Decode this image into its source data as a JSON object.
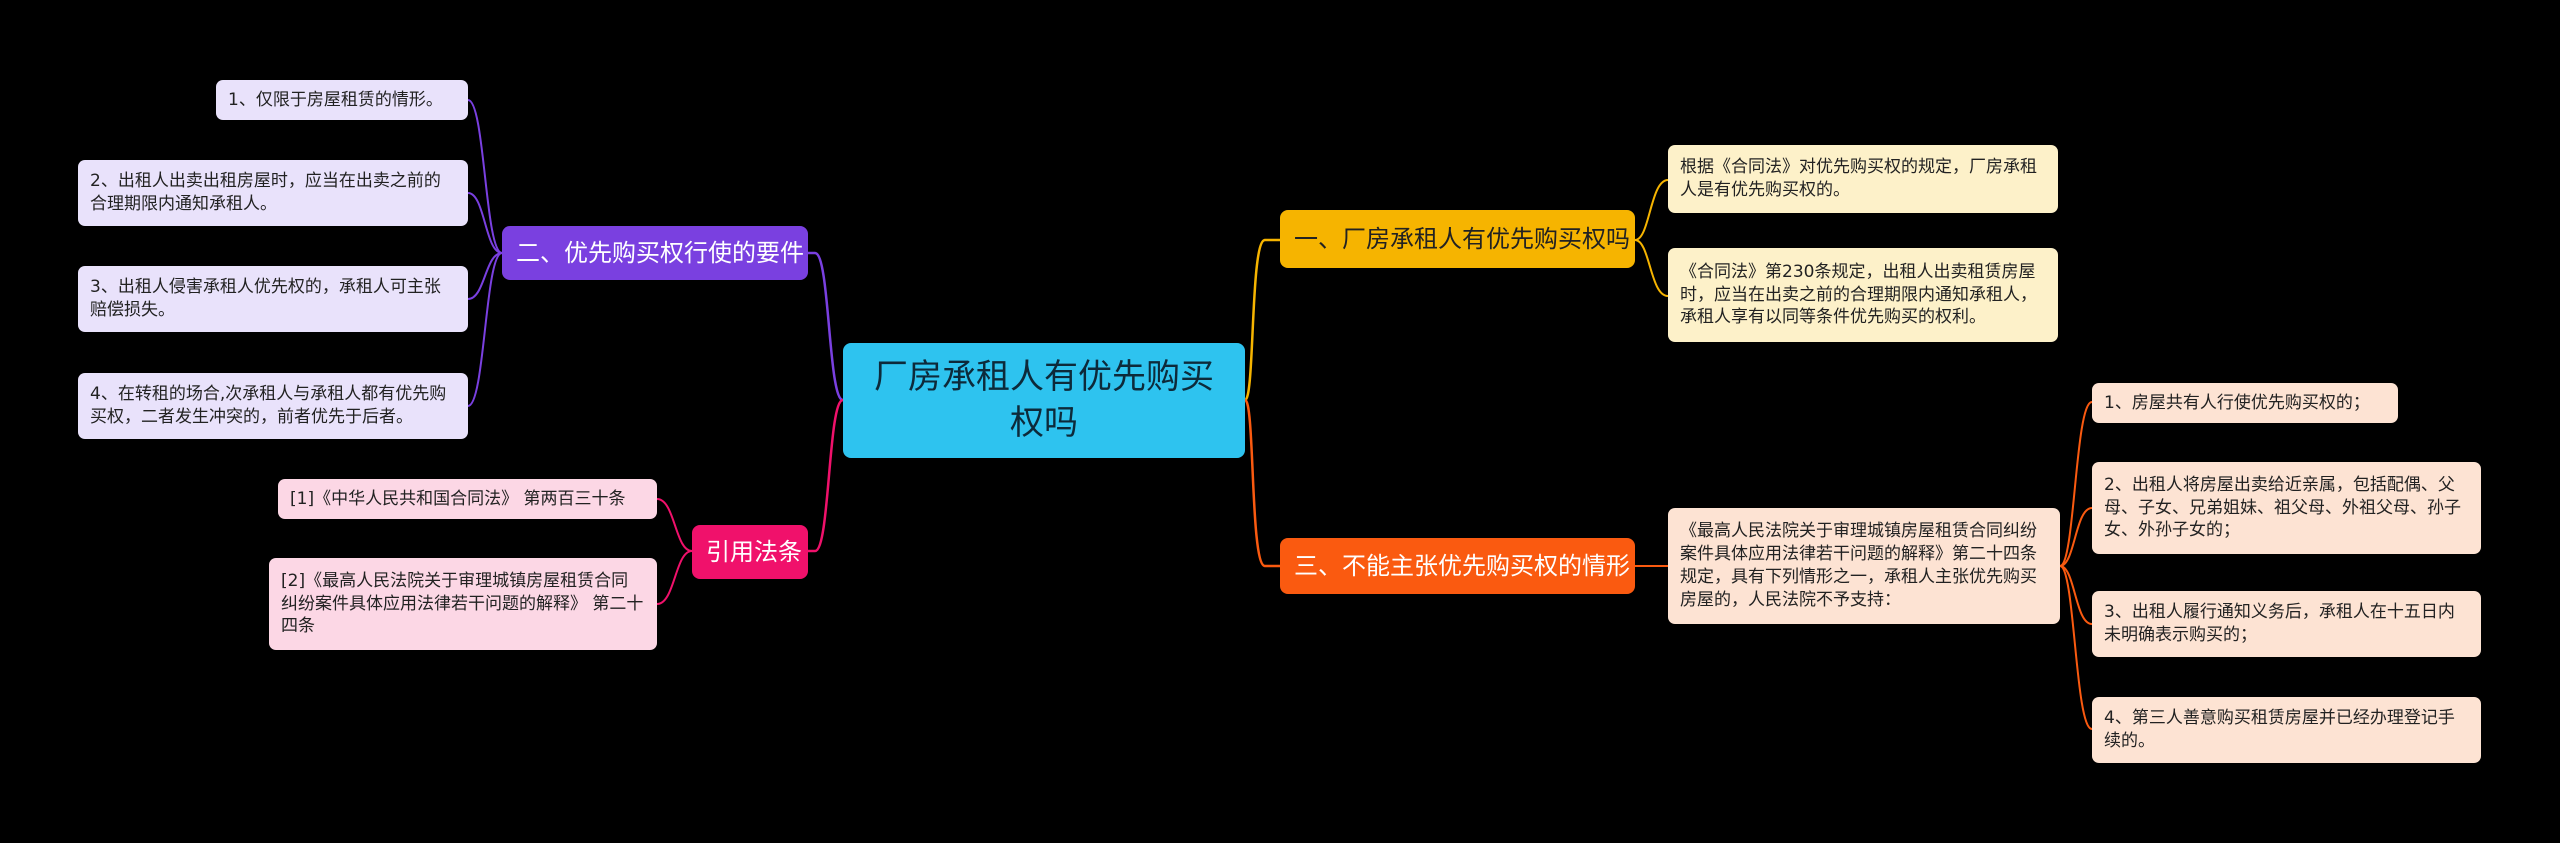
{
  "root": {
    "label": "厂房承租人有优先购买权吗"
  },
  "branches": {
    "b1": {
      "label": "一、厂房承租人有优先购买权吗",
      "color": "#f6b400",
      "children": [
        "根据《合同法》对优先购买权的规定，厂房承租人是有优先购买权的。",
        "《合同法》第230条规定，出租人出卖租赁房屋时，应当在出卖之前的合理期限内通知承租人，承租人享有以同等条件优先购买的权利。"
      ]
    },
    "b3": {
      "label": "三、不能主张优先购买权的情形",
      "color": "#fa5a10",
      "child": "《最高人民法院关于审理城镇房屋租赁合同纠纷案件具体应用法律若干问题的解释》第二十四条规定，具有下列情形之一，承租人主张优先购买房屋的，人民法院不予支持：",
      "grandchildren": [
        "1、房屋共有人行使优先购买权的；",
        "2、出租人将房屋出卖给近亲属，包括配偶、父母、子女、兄弟姐妹、祖父母、外祖父母、孙子女、外孙子女的；",
        "3、出租人履行通知义务后，承租人在十五日内未明确表示购买的；",
        "4、第三人善意购买租赁房屋并已经办理登记手续的。"
      ]
    },
    "b2": {
      "label": "二、优先购买权行使的要件",
      "color": "#7a40e0",
      "children": [
        "1、仅限于房屋租赁的情形。",
        "2、出租人出卖出租房屋时，应当在出卖之前的合理期限内通知承租人。",
        "3、出租人侵害承租人优先权的，承租人可主张赔偿损失。",
        "4、在转租的场合,次承租人与承租人都有优先购买权，二者发生冲突的，前者优先于后者。"
      ]
    },
    "b4": {
      "label": "引用法条",
      "color": "#f0116b",
      "children": [
        "[1]《中华人民共和国合同法》 第两百三十条",
        "[2]《最高人民法院关于审理城镇房屋租赁合同纠纷案件具体应用法律若干问题的解释》 第二十四条"
      ]
    }
  }
}
